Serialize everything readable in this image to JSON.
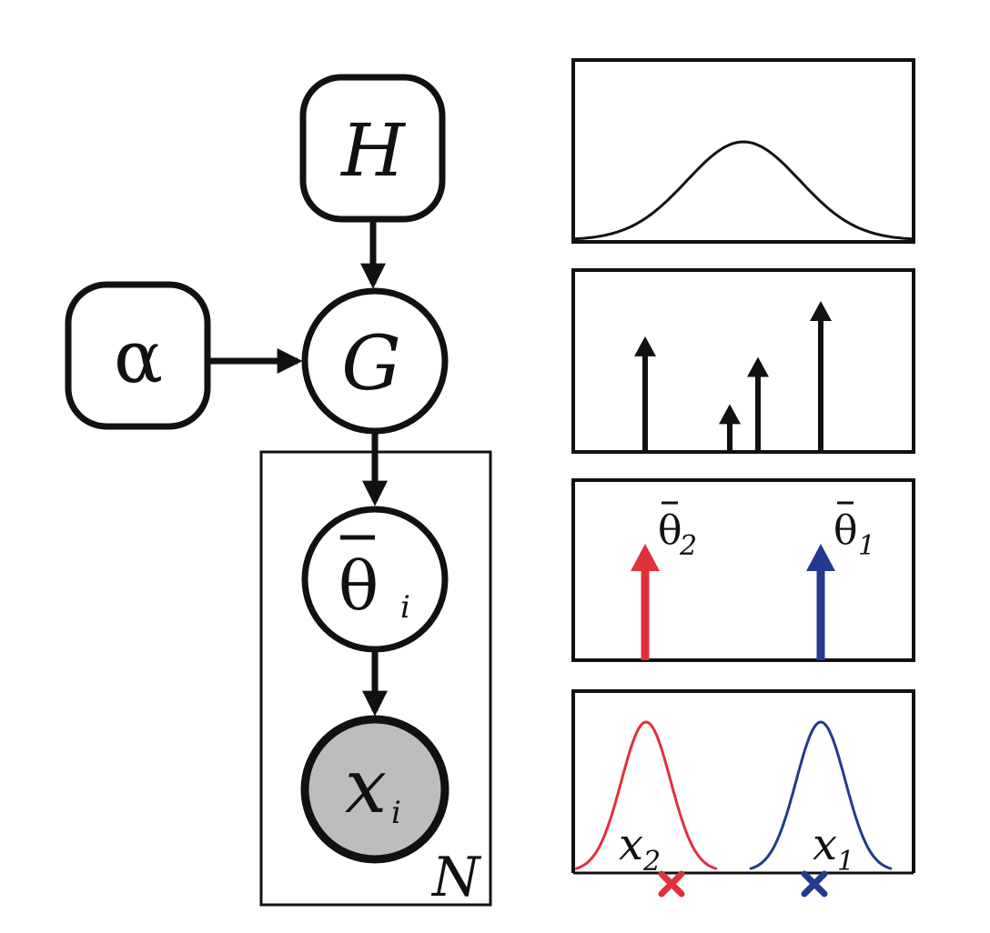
{
  "model": {
    "nodes": {
      "H": {
        "label": "H"
      },
      "alpha": {
        "label": "α"
      },
      "G": {
        "label": "G"
      },
      "theta": {
        "label": "θ",
        "sub": "i"
      },
      "x": {
        "label": "x",
        "sub": "i"
      }
    },
    "plate_label": "N"
  },
  "panels": {
    "base": {
      "type": "density-curve"
    },
    "atoms": {
      "type": "spikes",
      "relative_heights": [
        0.76,
        0.3,
        0.62,
        1.0
      ]
    },
    "params": {
      "type": "spikes",
      "items": [
        {
          "label": "θ",
          "sub": "2",
          "color": "#e0313c"
        },
        {
          "label": "θ",
          "sub": "1",
          "color": "#243a8f"
        }
      ]
    },
    "likelihoods": {
      "type": "density-curves",
      "items": [
        {
          "label": "x",
          "sub": "2",
          "color": "#e0313c"
        },
        {
          "label": "x",
          "sub": "1",
          "color": "#243a8f"
        }
      ]
    }
  },
  "colors": {
    "red": "#e0313c",
    "blue": "#243a8f",
    "observed_fill": "#bdbdbd",
    "stroke": "#111111"
  }
}
